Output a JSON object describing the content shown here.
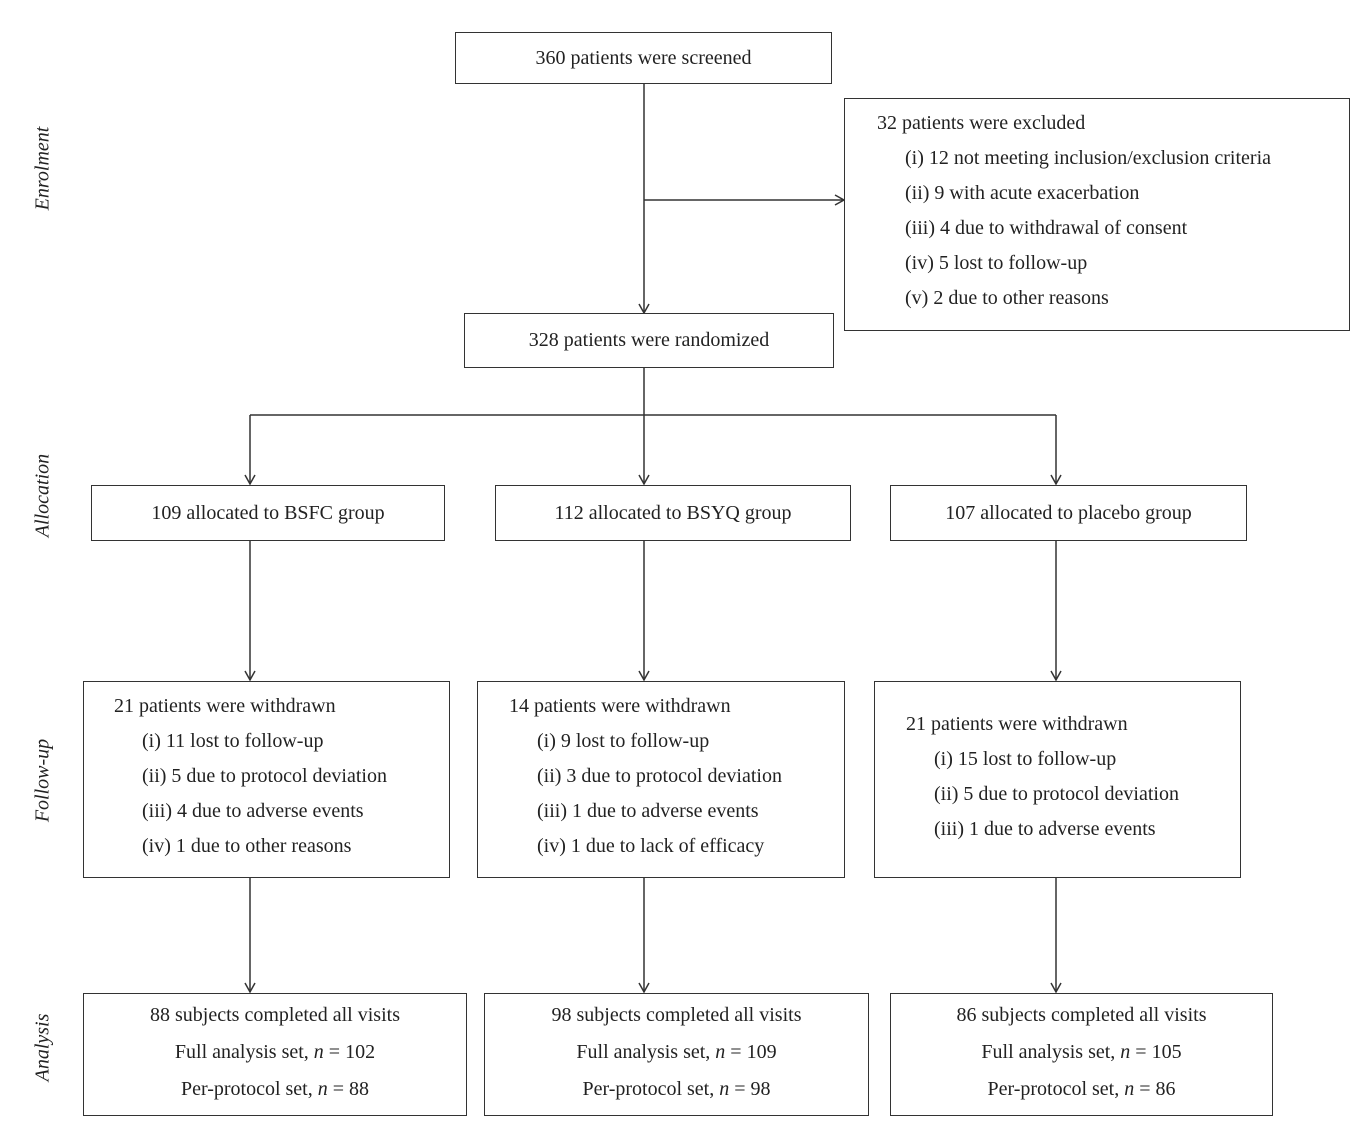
{
  "stages": {
    "enrolment": "Enrolment",
    "allocation": "Allocation",
    "followup": "Follow-up",
    "analysis": "Analysis"
  },
  "screened": "360 patients were screened",
  "excluded": {
    "title": "32 patients were excluded",
    "items": [
      "(i) 12 not meeting inclusion/exclusion criteria",
      "(ii) 9 with acute exacerbation",
      "(iii) 4 due to withdrawal of consent",
      "(iv) 5 lost to follow-up",
      "(v) 2 due to other reasons"
    ]
  },
  "randomized": "328 patients were randomized",
  "groups": [
    {
      "allocated": "109 allocated to BSFC group",
      "withdrawn_title": "21 patients were withdrawn",
      "withdrawn_items": [
        "(i) 11 lost to follow-up",
        "(ii) 5 due to protocol deviation",
        "(iii) 4 due to adverse events",
        "(iv) 1 due to other reasons"
      ],
      "completed": "88 subjects completed all visits",
      "fas_label": "Full analysis set, ",
      "fas_n": "102",
      "pps_label": "Per-protocol set, ",
      "pps_n": "88"
    },
    {
      "allocated": "112 allocated to BSYQ group",
      "withdrawn_title": "14 patients were withdrawn",
      "withdrawn_items": [
        "(i) 9 lost to follow-up",
        "(ii) 3 due to protocol deviation",
        "(iii) 1 due to adverse events",
        "(iv) 1 due to lack of efficacy"
      ],
      "completed": "98 subjects completed all visits",
      "fas_label": "Full analysis set, ",
      "fas_n": "109",
      "pps_label": "Per-protocol set, ",
      "pps_n": "98"
    },
    {
      "allocated": "107 allocated to placebo group",
      "withdrawn_title": "21 patients were withdrawn",
      "withdrawn_items": [
        "(i) 15 lost to follow-up",
        "(ii) 5 due to protocol deviation",
        "(iii) 1 due to adverse events"
      ],
      "completed": "86 subjects completed all visits",
      "fas_label": "Full analysis set, ",
      "fas_n": "105",
      "pps_label": "Per-protocol set, ",
      "pps_n": "86"
    }
  ],
  "n_symbol": "n",
  "equals": " = "
}
